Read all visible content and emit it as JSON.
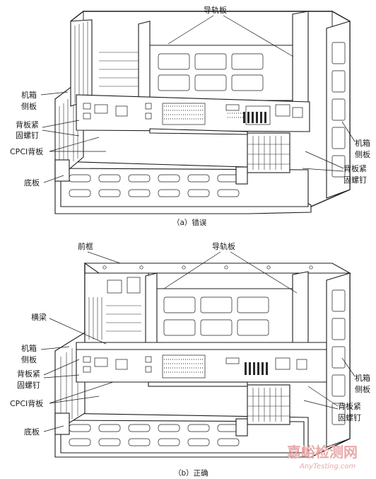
{
  "figure_a": {
    "labels": {
      "guide_rail": "导轨板",
      "chassis_side_left": "机箱\n侧板",
      "screw_left": "背板紧\n固螺钉",
      "cpci_backplane": "CPCI背板",
      "bottom_plate": "底板",
      "chassis_side_right": "机箱\n侧板",
      "screw_right": "背板紧\n固螺钉"
    },
    "caption": "（a）错误"
  },
  "figure_b": {
    "labels": {
      "front_frame": "前框",
      "guide_rail": "导轨板",
      "cross_beam": "横梁",
      "chassis_side_left": "机箱\n侧板",
      "screw_left": "背板紧\n固螺钉",
      "cpci_backplane": "CPCI背板",
      "bottom_plate": "底板",
      "chassis_side_right": "机箱\n侧板",
      "screw_right": "背板紧\n固螺钉"
    },
    "caption": "（b）正确"
  },
  "watermark": {
    "main": "嘉峪检测网",
    "sub": "AnyTesting.com"
  }
}
